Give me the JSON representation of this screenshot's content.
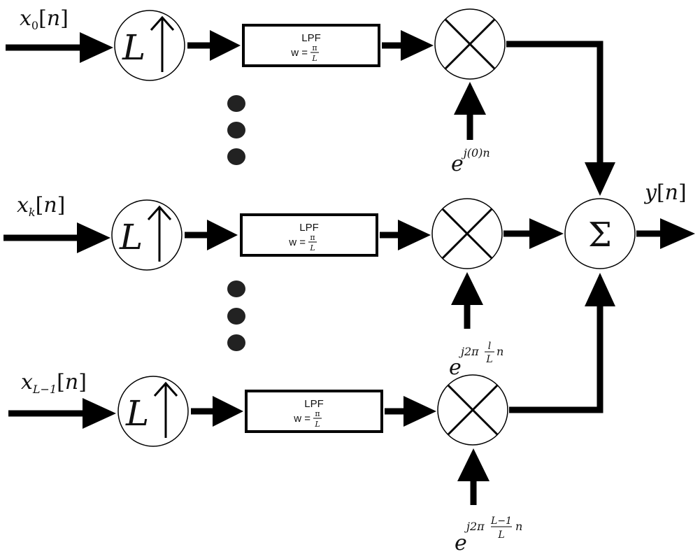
{
  "inputs": [
    {
      "var": "x",
      "sub": "0",
      "arg": "n"
    },
    {
      "var": "x",
      "sub": "k",
      "arg": "n"
    },
    {
      "var": "x",
      "sub": "L−1",
      "arg": "n"
    }
  ],
  "upsampler": {
    "factor": "L"
  },
  "filter": {
    "name": "LPF",
    "w_label": "w =",
    "num": "π",
    "den": "L"
  },
  "modulators": [
    {
      "base": "e",
      "exp": "j(0)n"
    },
    {
      "base": "e",
      "exp_prefix": "j2π",
      "frac_num": "l",
      "frac_den": "L",
      "exp_suffix": "n"
    },
    {
      "base": "e",
      "exp_prefix": "j2π",
      "frac_num": "L−1",
      "frac_den": "L",
      "exp_suffix": "n"
    }
  ],
  "summer": {
    "symbol": "Σ"
  },
  "output": {
    "var": "y",
    "arg": "n"
  },
  "colors": {
    "line": "#000000",
    "background": "#ffffff",
    "ellipsis_dot": "#222222"
  },
  "icons": {
    "upsampler": "up-arrow-icon",
    "multiplier": "cross-icon",
    "summer": "sigma-icon"
  }
}
